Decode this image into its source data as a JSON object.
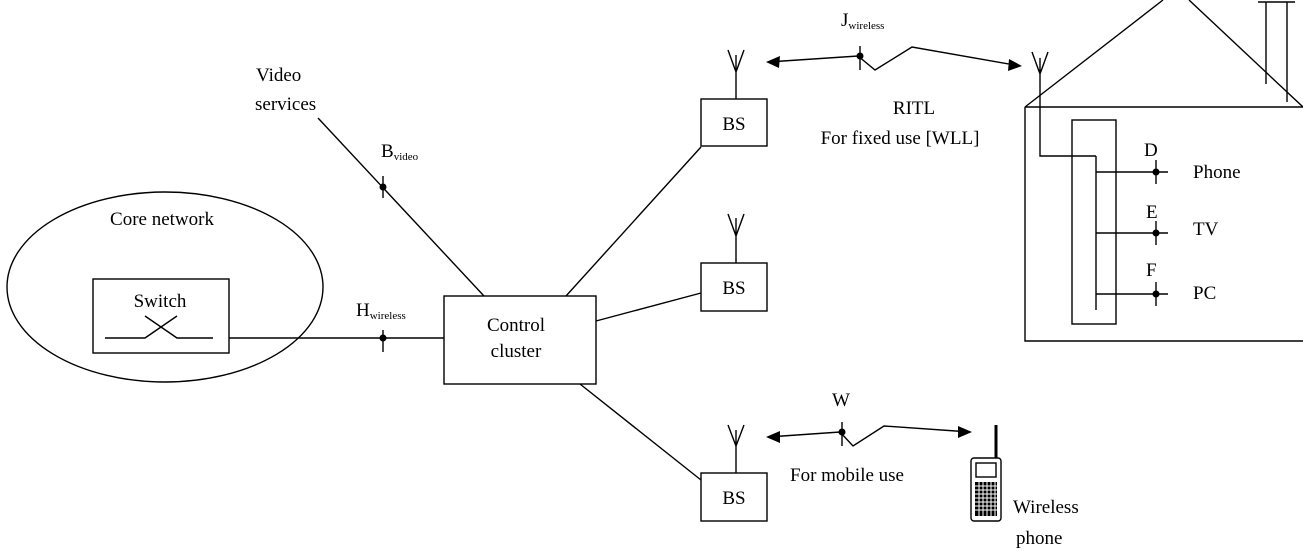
{
  "core_network": {
    "label": "Core network",
    "switch_label": "Switch"
  },
  "control_cluster": {
    "line1": "Control",
    "line2": "cluster"
  },
  "video_services": {
    "line1": "Video",
    "line2": "services"
  },
  "base_stations": [
    "BS",
    "BS",
    "BS"
  ],
  "interfaces": {
    "h": {
      "main": "H",
      "sub": "wireless"
    },
    "b": {
      "main": "B",
      "sub": "video"
    },
    "j": {
      "main": "J",
      "sub": "wireless"
    },
    "w": {
      "main": "W"
    },
    "d": "D",
    "e": "E",
    "f": "F"
  },
  "ritl": {
    "line1": "RITL",
    "line2": "For fixed use [WLL]"
  },
  "mobile": {
    "label": "For mobile use"
  },
  "house_devices": [
    "Phone",
    "TV",
    "PC"
  ],
  "wireless_phone": {
    "line1": "Wireless",
    "line2": "phone"
  }
}
